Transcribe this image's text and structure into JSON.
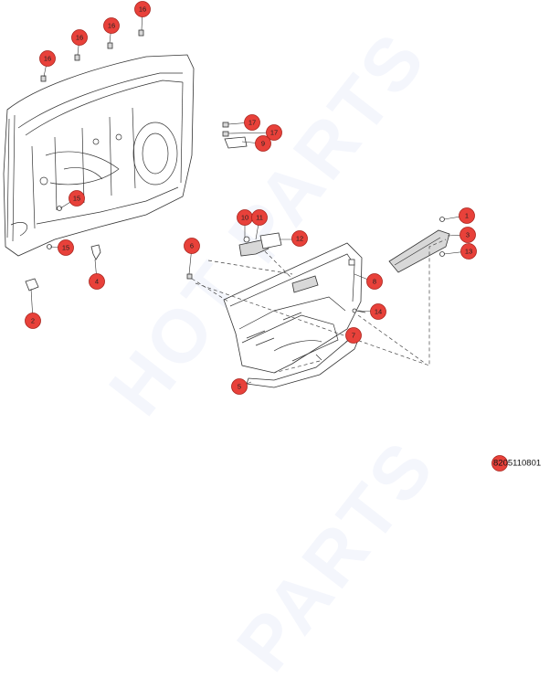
{
  "diagram": {
    "watermark": [
      "HOT PARTS",
      "PARTS"
    ],
    "drawing_code": "8205110801",
    "callouts": [
      {
        "label": "16",
        "part": "door-glass-run-clip"
      },
      {
        "label": "16",
        "part": "door-glass-run-clip"
      },
      {
        "label": "16",
        "part": "door-glass-run-clip"
      },
      {
        "label": "16",
        "part": "door-glass-run-clip"
      },
      {
        "label": "17",
        "part": "clip"
      },
      {
        "label": "17",
        "part": "clip"
      },
      {
        "label": "9",
        "part": "cover"
      },
      {
        "label": "15",
        "part": "trim-clip"
      },
      {
        "label": "15",
        "part": "trim-clip"
      },
      {
        "label": "2",
        "part": "bracket"
      },
      {
        "label": "4",
        "part": "clip"
      },
      {
        "label": "6",
        "part": "pin-clip"
      },
      {
        "label": "10",
        "part": "screw"
      },
      {
        "label": "11",
        "part": "inner-handle"
      },
      {
        "label": "12",
        "part": "handle-cover"
      },
      {
        "label": "1",
        "part": "screw"
      },
      {
        "label": "3",
        "part": "armrest-cover"
      },
      {
        "label": "13",
        "part": "screw"
      },
      {
        "label": "8",
        "part": "door-trim-panel"
      },
      {
        "label": "14",
        "part": "screw"
      },
      {
        "label": "7",
        "part": "map-pocket"
      },
      {
        "label": "5",
        "part": "weatherstrip"
      }
    ],
    "colors": {
      "callout_fill": "#e8413a",
      "callout_stroke": "#a8231c",
      "line_color": "#333333",
      "watermark_color": "#2f52c8"
    }
  }
}
